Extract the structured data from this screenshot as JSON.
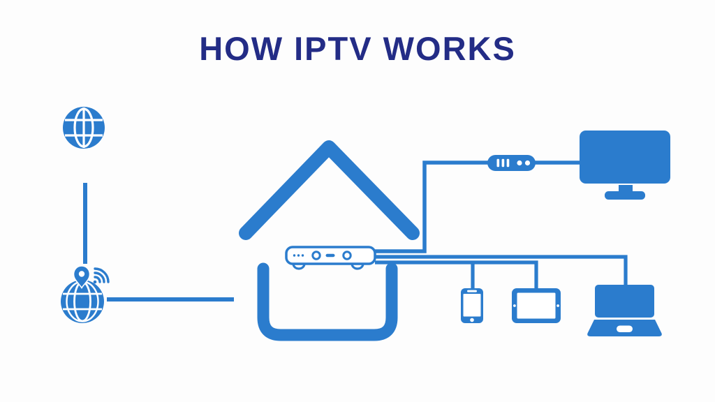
{
  "title": "HOW IPTV WORKS",
  "colors": {
    "accent_blue": "#2b7ccd",
    "title_navy": "#232c86",
    "background": "#fdfdfd",
    "device_fill": "#ffffff"
  },
  "icons": [
    "internet-globe-icon",
    "connected-globe-pin-icon",
    "location-pin-icon",
    "wifi-signal-icon",
    "house-icon",
    "set-top-box-icon",
    "streaming-stick-icon",
    "tv-icon",
    "smartphone-icon",
    "tablet-icon",
    "laptop-icon"
  ],
  "diagram": {
    "nodes": [
      "internet",
      "connected-globe",
      "house",
      "set-top-box",
      "streaming-stick",
      "tv",
      "smartphone",
      "tablet",
      "laptop"
    ],
    "connections": [
      {
        "from": "internet",
        "to": "connected-globe"
      },
      {
        "from": "connected-globe",
        "to": "house"
      },
      {
        "from": "set-top-box",
        "to": "streaming-stick"
      },
      {
        "from": "streaming-stick",
        "to": "tv"
      },
      {
        "from": "set-top-box",
        "to": "smartphone"
      },
      {
        "from": "set-top-box",
        "to": "tablet"
      },
      {
        "from": "set-top-box",
        "to": "laptop"
      }
    ]
  }
}
